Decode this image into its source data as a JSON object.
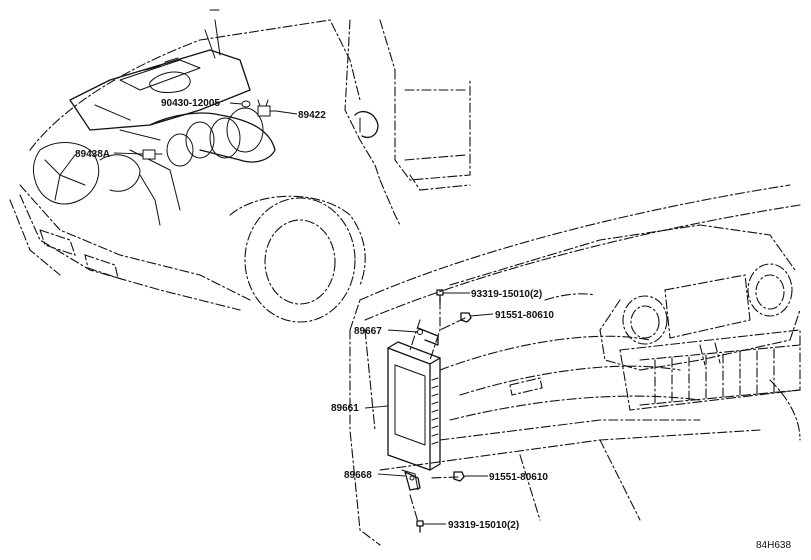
{
  "labels": {
    "p90430": "90430-12005",
    "p89422": "89422",
    "p89438a": "89438A",
    "p93319_top": "93319-15010(2)",
    "p91551_top": "91551-80610",
    "p89667": "89667",
    "p89661": "89661",
    "p89668": "89668",
    "p91551_bot": "91551-80610",
    "p93319_bot": "93319-15010(2)"
  },
  "diagram_code": "84H638"
}
